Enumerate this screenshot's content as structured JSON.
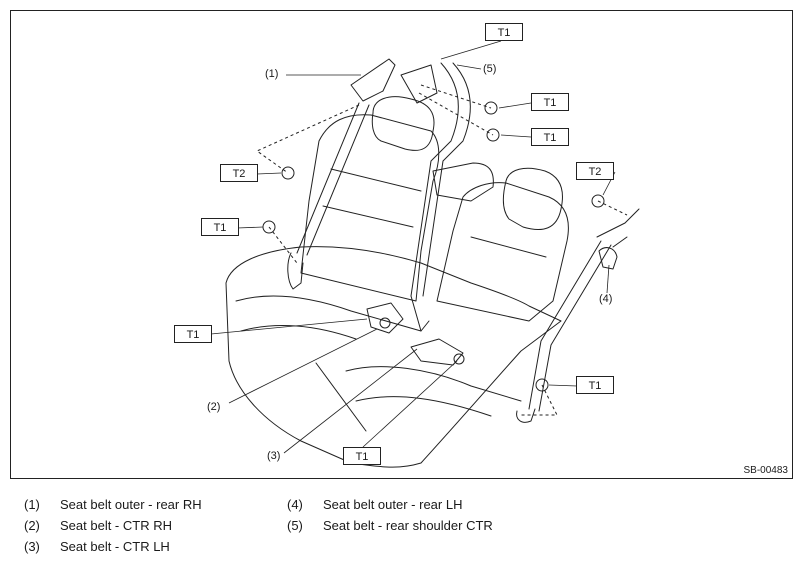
{
  "figure": {
    "id": "SB-00483",
    "torque_tags": [
      "T1",
      "T1",
      "T1",
      "T2",
      "T1",
      "T2",
      "T1",
      "T1",
      "T1"
    ],
    "callouts": [
      "(1)",
      "(5)",
      "(4)",
      "(2)",
      "(3)"
    ]
  },
  "legend": [
    {
      "num": "(1)",
      "text": "Seat belt outer - rear RH"
    },
    {
      "num": "(2)",
      "text": "Seat belt - CTR RH"
    },
    {
      "num": "(3)",
      "text": "Seat belt - CTR LH"
    },
    {
      "num": "(4)",
      "text": "Seat belt outer - rear LH"
    },
    {
      "num": "(5)",
      "text": "Seat belt - rear shoulder CTR"
    }
  ]
}
